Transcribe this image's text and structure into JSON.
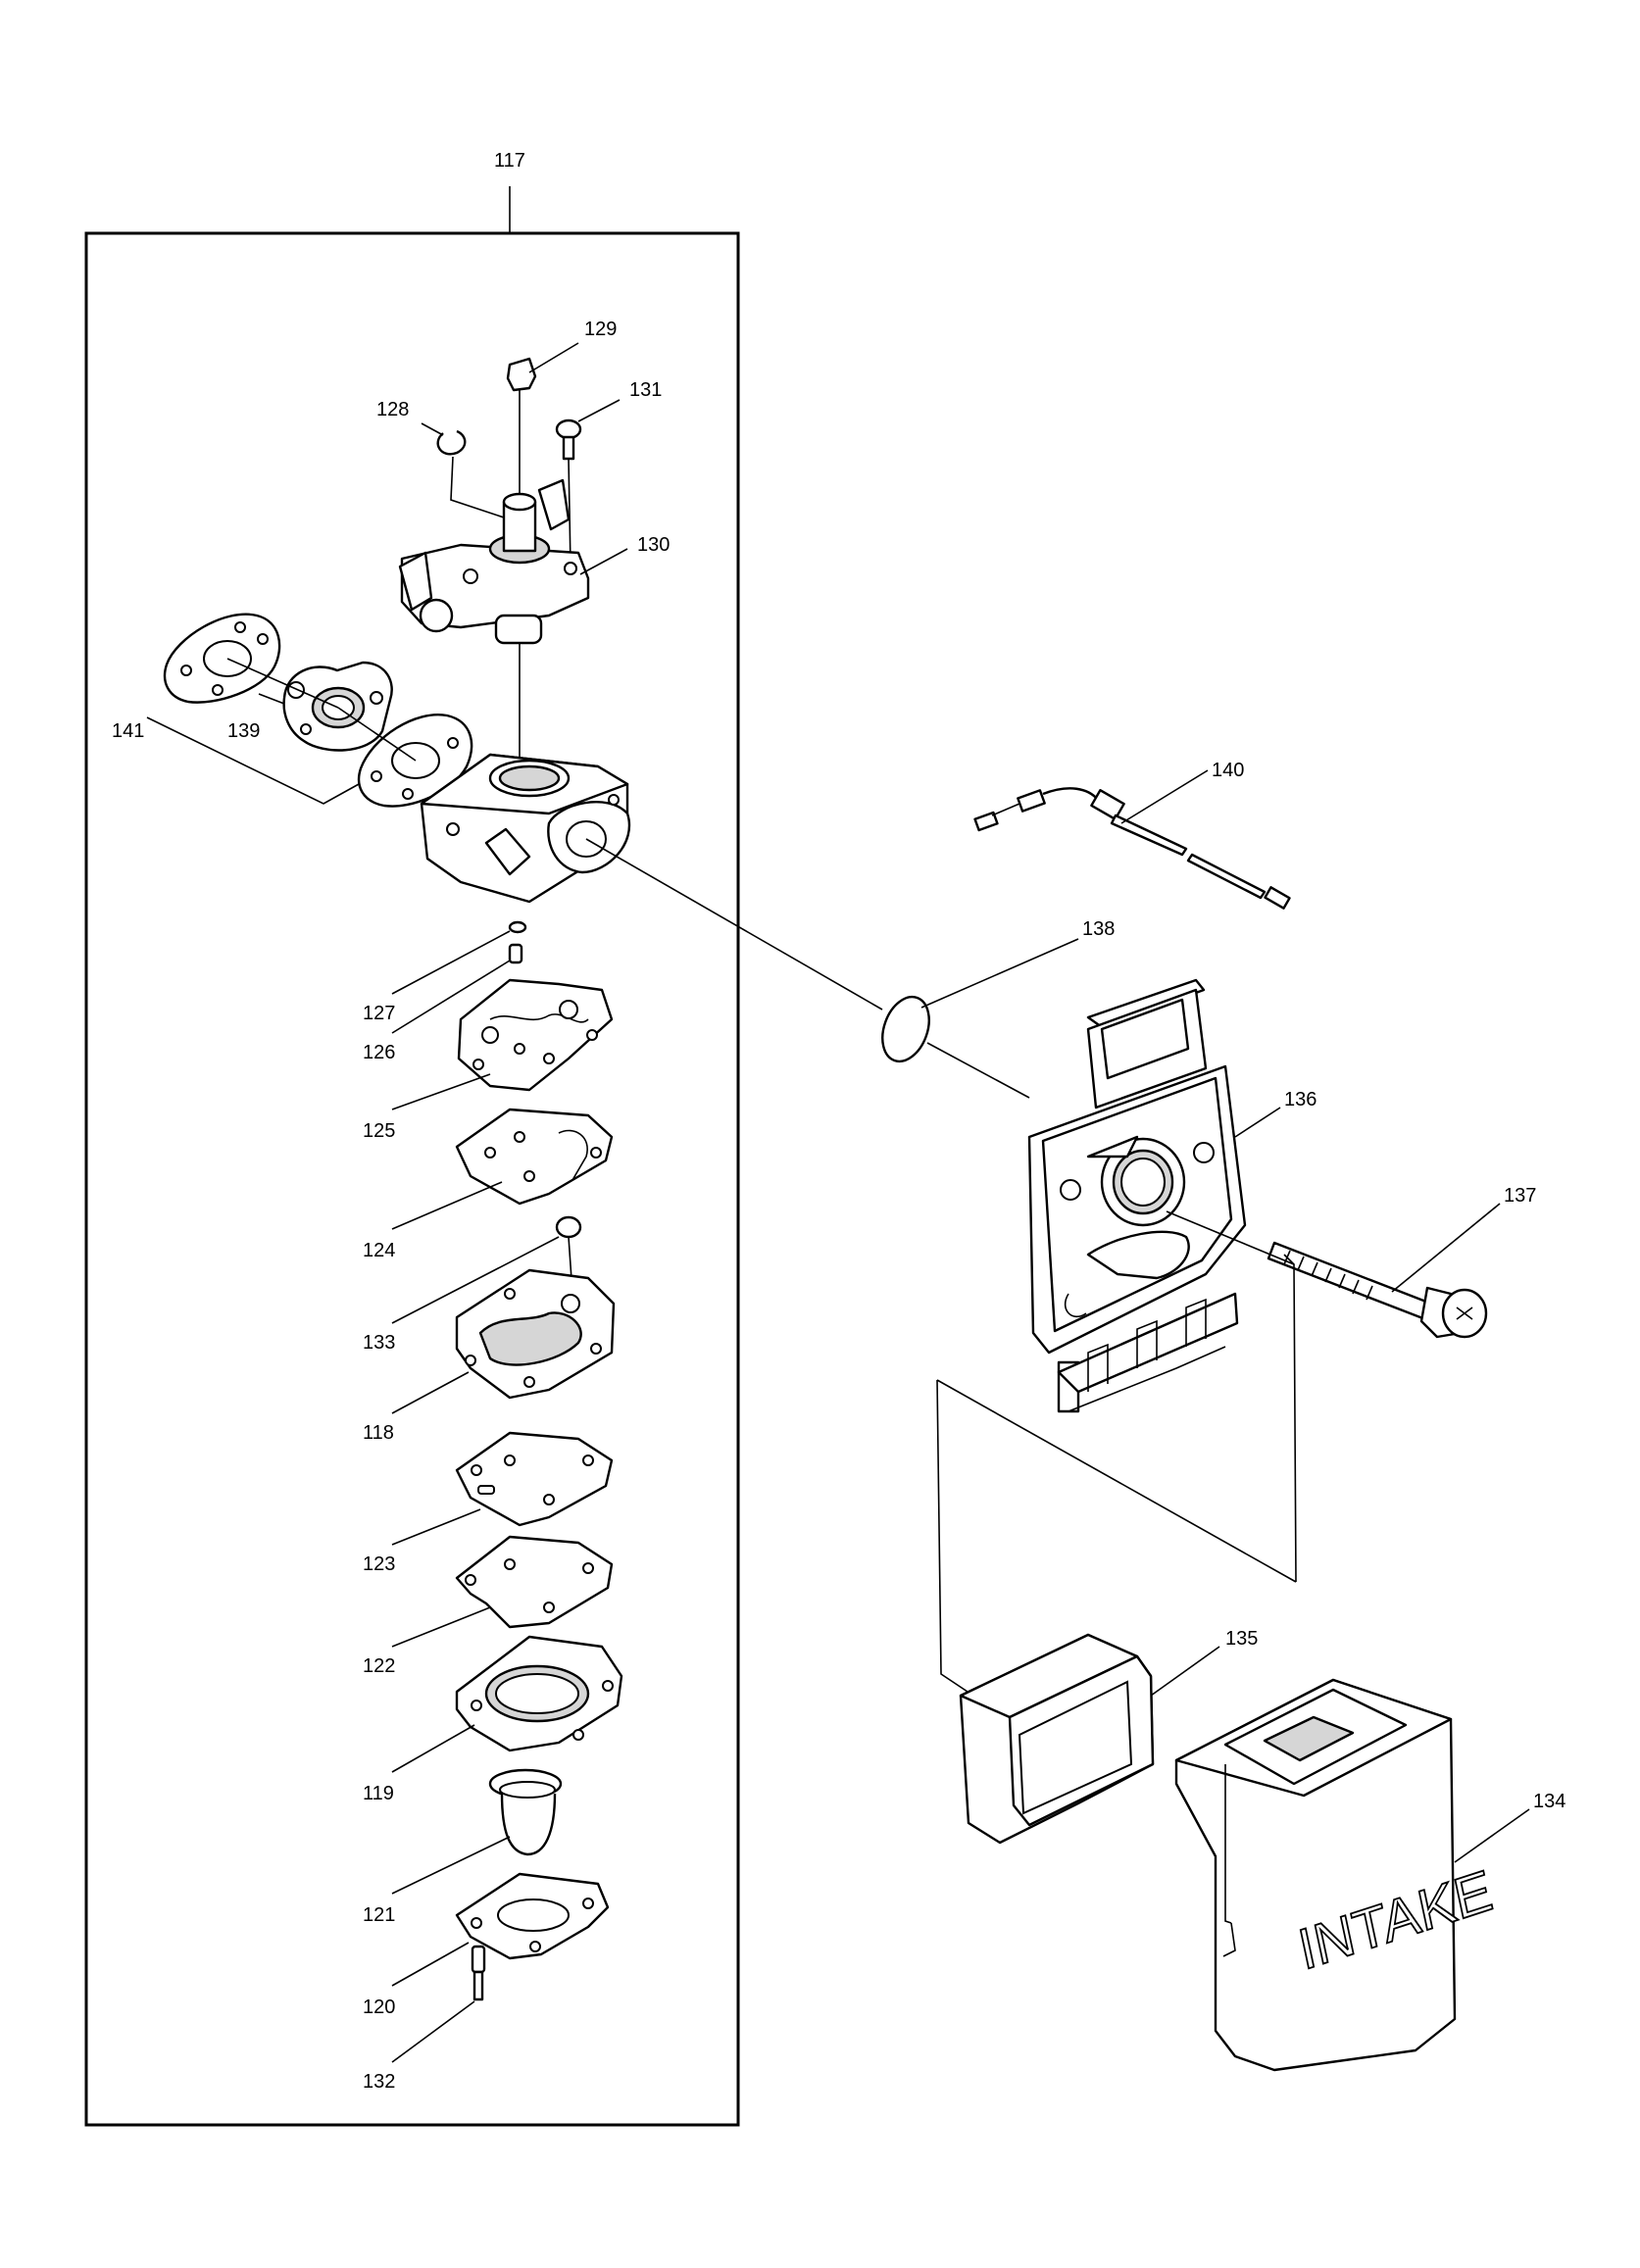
{
  "labels": {
    "p117": "117",
    "p118": "118",
    "p119": "119",
    "p120": "120",
    "p121": "121",
    "p122": "122",
    "p123": "123",
    "p124": "124",
    "p125": "125",
    "p126": "126",
    "p127": "127",
    "p128": "128",
    "p129": "129",
    "p130": "130",
    "p131": "131",
    "p132": "132",
    "p133": "133",
    "p134": "134",
    "p135": "135",
    "p136": "136",
    "p137": "137",
    "p138": "138",
    "p139": "139",
    "p140": "140",
    "p141": "141"
  },
  "cover_text": "INTAKE"
}
